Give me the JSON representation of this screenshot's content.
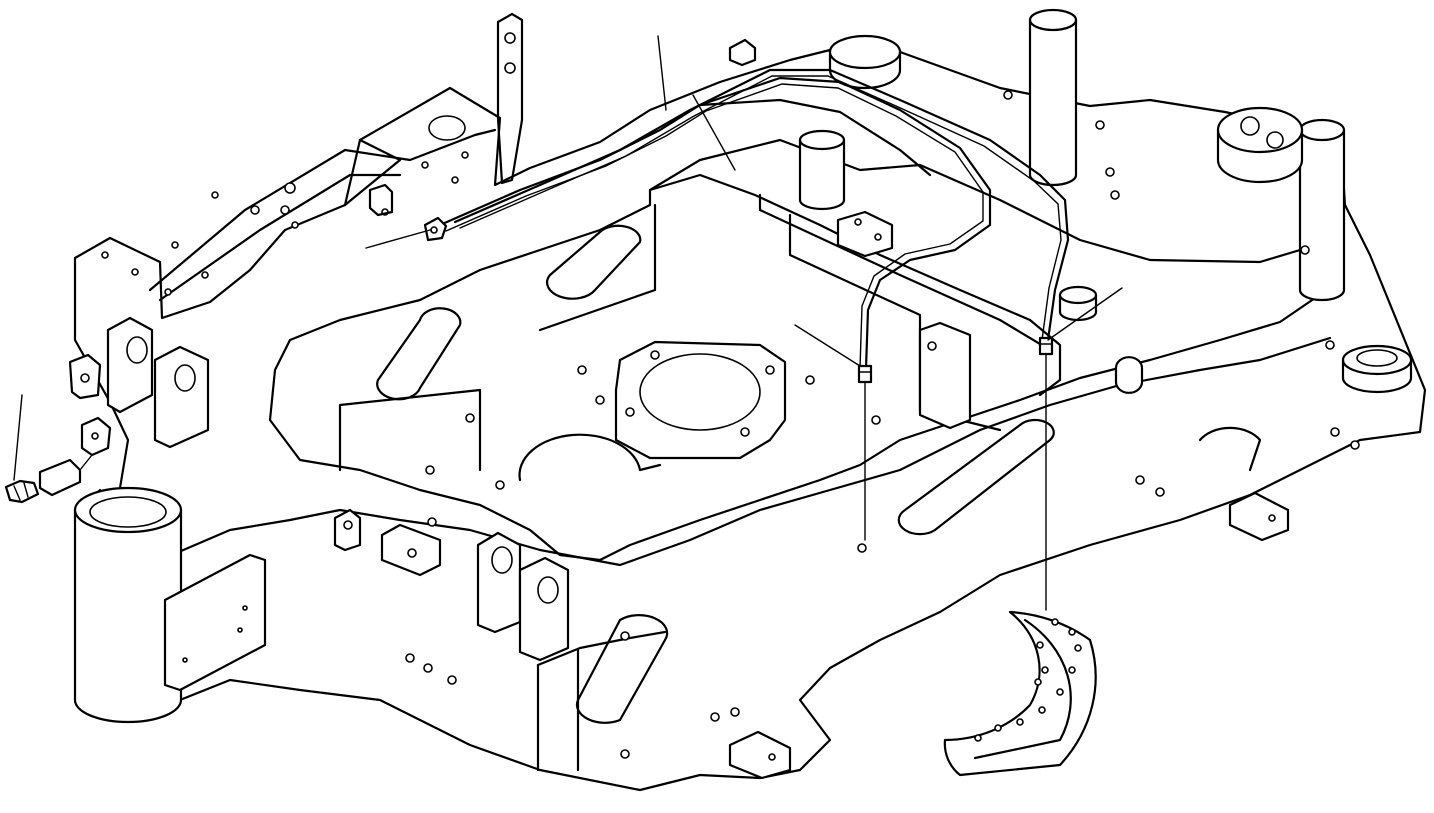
{
  "drawing": {
    "type": "exploded-parts-diagram",
    "background": "#ffffff",
    "line_color": "#000000",
    "parts": [
      "revolving-frame",
      "grease-lines",
      "grease-fitting-left",
      "grease-fitting-center",
      "grease-fitting-right",
      "swing-circle-segment",
      "boom-mount-brackets",
      "counterweight-pins"
    ],
    "callout_count": 6
  }
}
